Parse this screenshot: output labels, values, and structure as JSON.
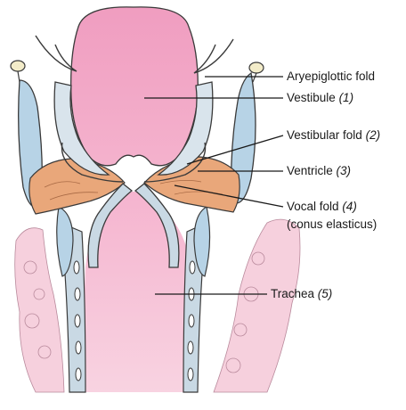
{
  "labels": {
    "aryepiglottic_fold": {
      "text": "Aryepiglottic fold",
      "number": ""
    },
    "vestibule": {
      "text": "Vestibule",
      "number": "(1)"
    },
    "vestibular_fold": {
      "text": "Vestibular fold",
      "number": "(2)"
    },
    "ventricle": {
      "text": "Ventricle",
      "number": "(3)"
    },
    "vocal_fold": {
      "text": "Vocal fold",
      "number": "(4)"
    },
    "vocal_fold_sub": {
      "text": "(conus elasticus)"
    },
    "trachea": {
      "text": "Trachea",
      "number": "(5)"
    }
  },
  "colors": {
    "mucosa_pink": "#f2a6c6",
    "mucosa_light": "#f7c9dc",
    "cartilage_blue": "#b7d3e6",
    "muscle_orange": "#e9a77a",
    "gland_pink": "#f4c7d6",
    "outline": "#3a3a3a",
    "leader_line": "#1a1a1a"
  }
}
